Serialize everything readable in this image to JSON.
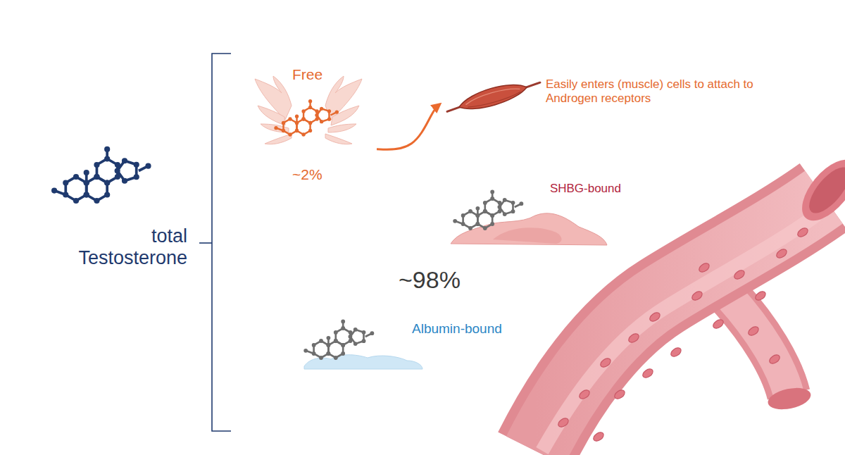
{
  "diagram": {
    "nodes": [
      {
        "text": [
          "total Testosterone"
        ]
      },
      {
        "text": [
          "Free",
          "~2%"
        ]
      },
      {
        "text": [
          "Easily enters (muscle) cells to attach to Androgen receptors"
        ]
      },
      {
        "text": [
          "SHBG-bound"
        ]
      },
      {
        "text": [
          "Albumin-bound"
        ]
      }
    ],
    "edges": [
      {
        "from": 1,
        "to": 2,
        "arrow": "to"
      }
    ],
    "labels": [
      "~98%"
    ]
  }
}
